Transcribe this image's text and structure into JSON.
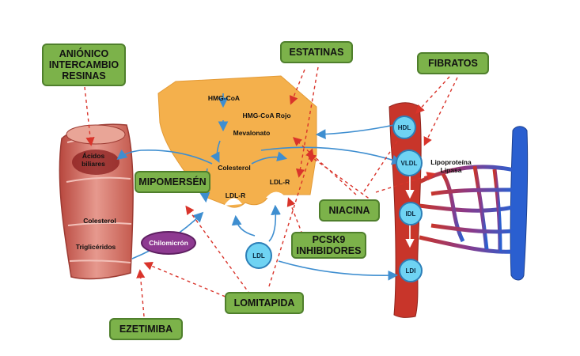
{
  "drugs": {
    "anionic_resins": "ANIÓNICO\nINTERCAMBIO\nRESINAS",
    "statins": "ESTATINAS",
    "fibrates": "FIBRATOS",
    "mipomersen": "MIPOMERSÉN",
    "niacin": "NIACINA",
    "pcsk9": "PCSK9\nINHIBIDORES",
    "lomitapide": "LOMITAPIDA",
    "ezetimibe": "EZETIMIBA"
  },
  "liver": {
    "hmgcoa": "HMG-CoA",
    "hmgcoa_red": "HMG-CoA Rojo",
    "mevalonate": "Mevalonato",
    "cholesterol": "Colesterol",
    "ldlr_left": "LDL-R",
    "ldlr_right": "LDL-R"
  },
  "intestine": {
    "bile_acids": "Ácidos\nbiliares",
    "cholesterol": "Colesterol",
    "triglycerides": "Triglicéridos"
  },
  "particles": {
    "chylomicron": "Chilomicrón",
    "ldl": "LDL",
    "hdl": "HDL",
    "vldl": "VLDL",
    "idl": "IDL",
    "ldi": "LDI"
  },
  "enzyme": "Lipoproteína\nLipasa",
  "colors": {
    "drug_box": "#7cb24a",
    "liver": "#f4b04c",
    "particle": "#6fd3f3",
    "chylomicron": "#8e3a91",
    "arrow_inhibit": "#d9342b",
    "arrow_flow": "#3e8ed0",
    "artery": "#c8352a",
    "vein": "#2a5fd0"
  }
}
